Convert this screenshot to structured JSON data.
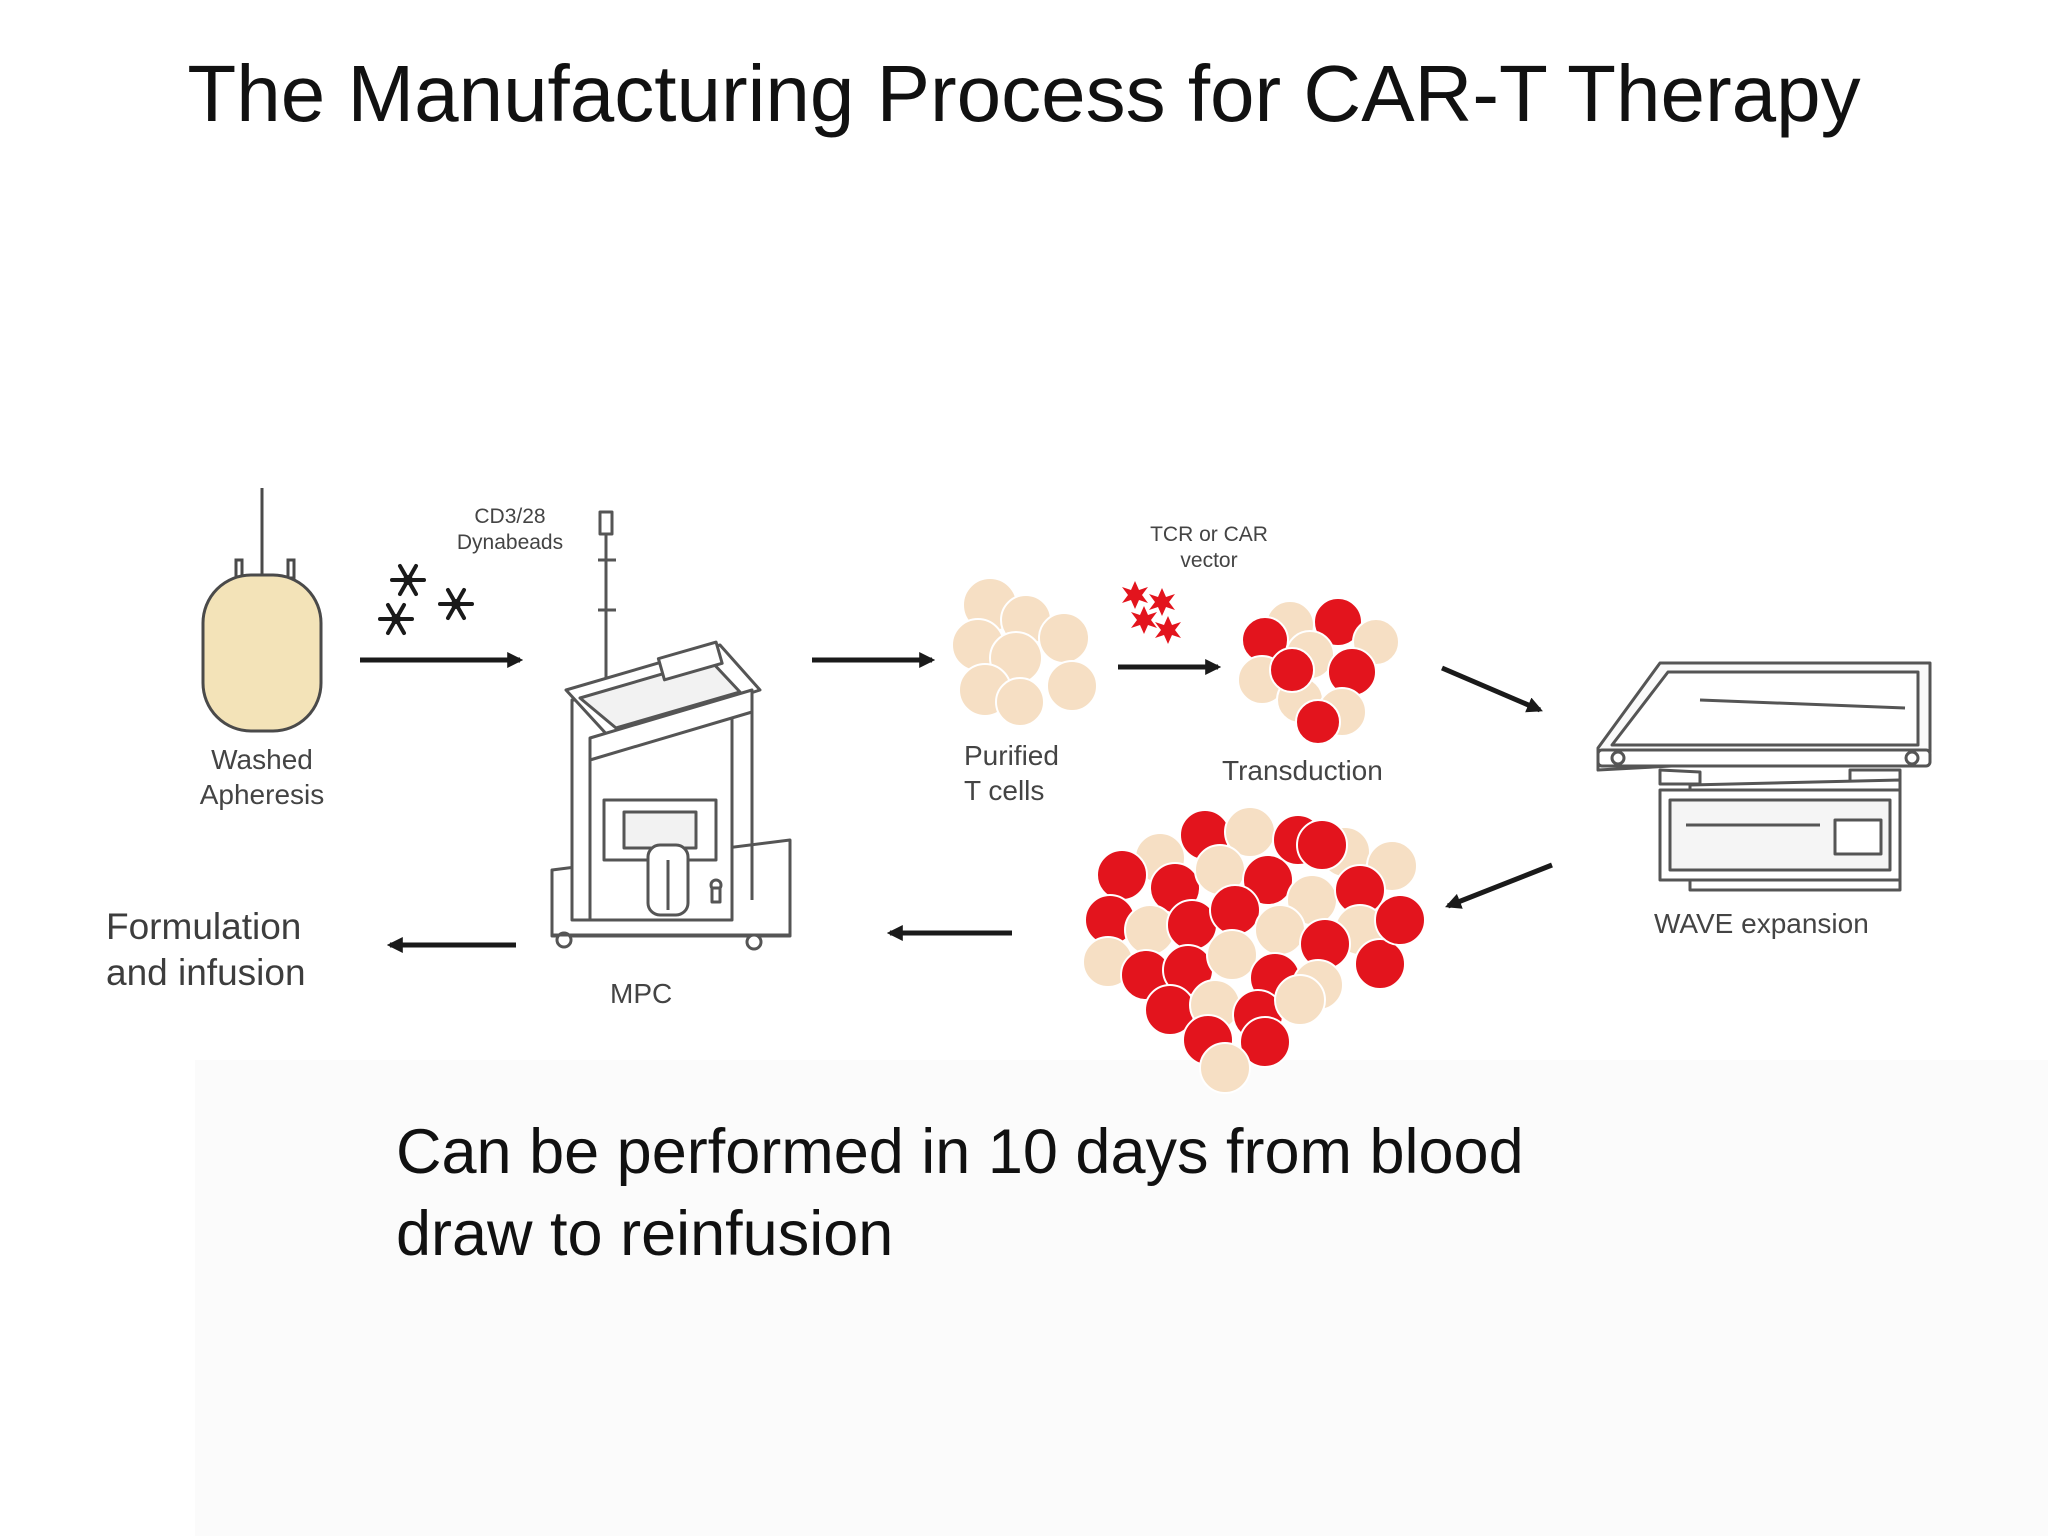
{
  "title": "The Manufacturing Process for CAR-T Therapy",
  "labels": {
    "washed_apheresis": [
      "Washed",
      "Apheresis"
    ],
    "dynabeads": [
      "CD3/28",
      "Dynabeads"
    ],
    "tcr_car_vector": [
      "TCR or CAR",
      "vector"
    ],
    "purified_t_cells": [
      "Purified",
      "T cells"
    ],
    "transduction": "Transduction",
    "wave_expansion": "WAVE expansion",
    "mpc": "MPC",
    "formulation": [
      "Formulation",
      "and infusion"
    ]
  },
  "caption": [
    "Can be performed in 10 days from blood",
    "draw to reinfusion"
  ],
  "colors": {
    "bag_fill": "#f3e3b8",
    "cell_cream": "#f6dfc4",
    "cell_red": "#e3141d",
    "arrow": "#1a1a1a",
    "line_art": "#555555"
  },
  "icons": [
    "blood-bag-icon",
    "snowflake-bead-icon",
    "mpc-magnet-device-icon",
    "starburst-vector-icon",
    "wave-bioreactor-icon"
  ]
}
